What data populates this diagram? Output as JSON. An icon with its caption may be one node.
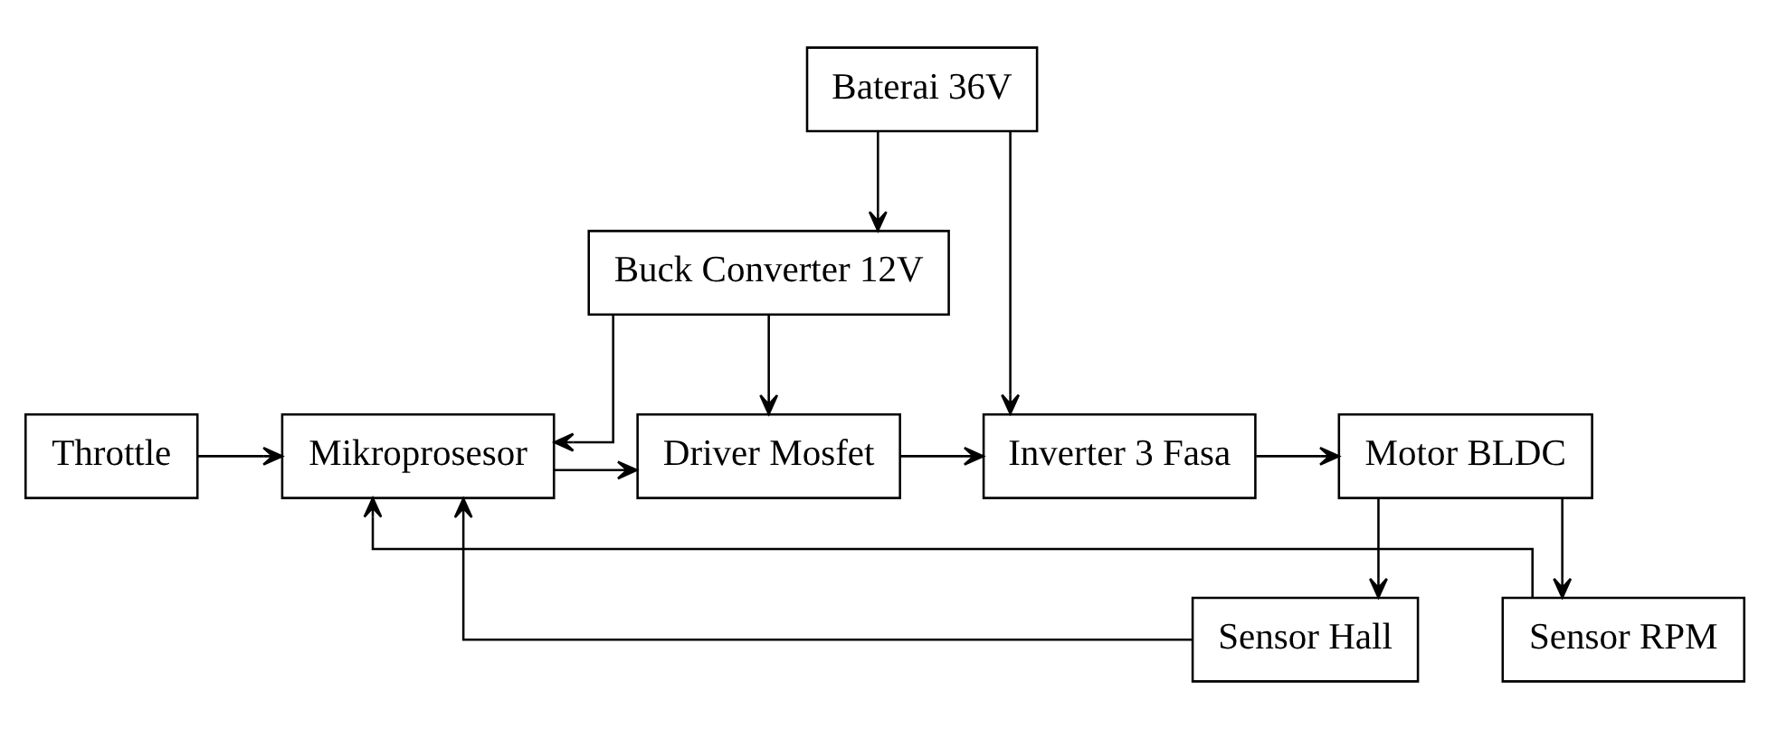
{
  "diagram": {
    "nodes": [
      {
        "text": [
          "Buck Converter 12V"
        ]
      },
      {
        "text": [
          "Baterai 36V"
        ]
      },
      {
        "text": [
          "Throttle"
        ]
      },
      {
        "text": [
          "Mikroprosesor"
        ]
      },
      {
        "text": [
          "Driver Mosfet"
        ]
      },
      {
        "text": [
          "Inverter 3 Fasa"
        ]
      },
      {
        "text": [
          "Motor BLDC"
        ]
      },
      {
        "text": [
          "Sensor Hall"
        ]
      },
      {
        "text": [
          "Sensor RPM"
        ]
      }
    ],
    "edges": [
      {
        "from": 1,
        "to": 0,
        "arrow": "to"
      },
      {
        "from": 0,
        "to": 3,
        "arrow": "to"
      },
      {
        "from": 0,
        "to": 4,
        "arrow": "to"
      },
      {
        "from": 1,
        "to": 5,
        "arrow": "to"
      },
      {
        "from": 2,
        "to": 3,
        "arrow": "to"
      },
      {
        "from": 3,
        "to": 4,
        "arrow": "to"
      },
      {
        "from": 4,
        "to": 5,
        "arrow": "to"
      },
      {
        "from": 5,
        "to": 6,
        "arrow": "to"
      },
      {
        "from": 6,
        "to": 7,
        "arrow": "to"
      },
      {
        "from": 6,
        "to": 8,
        "arrow": "to"
      },
      {
        "from": 7,
        "to": 3,
        "arrow": "to"
      },
      {
        "from": 8,
        "to": 3,
        "arrow": "to"
      }
    ]
  }
}
